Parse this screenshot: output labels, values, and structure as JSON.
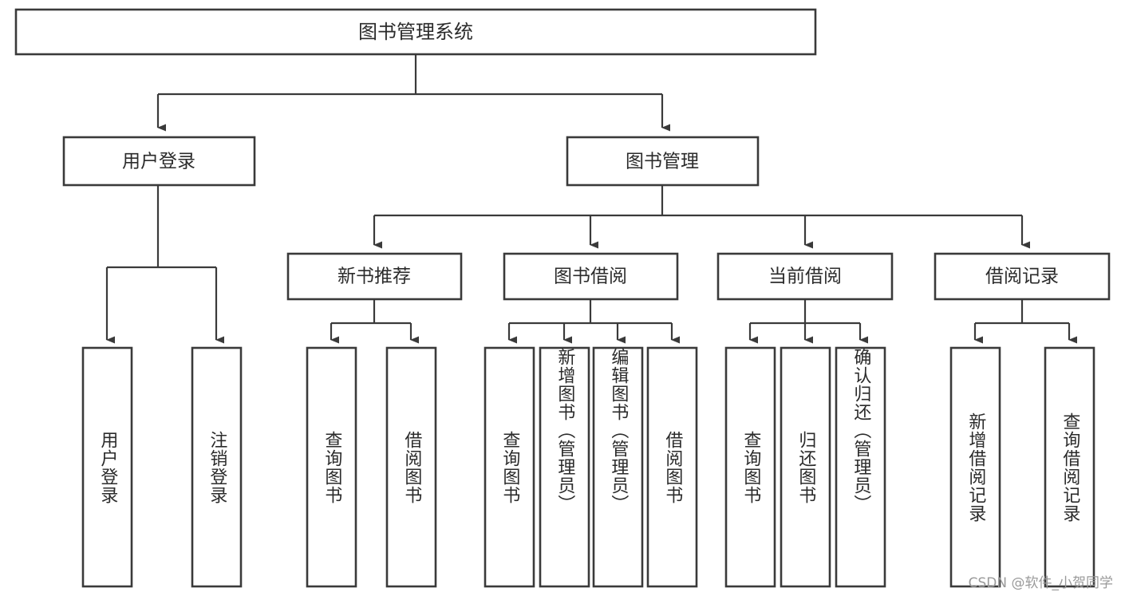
{
  "diagram": {
    "type": "tree-hierarchy-chart",
    "title": "图书管理系统",
    "watermark": "CSDN @软件_小贺同学",
    "colors": {
      "box_stroke": "#3a3a3a",
      "box_fill": "#ffffff",
      "text": "#2b2b2b",
      "background": "#ffffff",
      "watermark": "#9a9a9a"
    },
    "levels": [
      {
        "level": 1,
        "nodes": [
          {
            "id": "root",
            "label": "图书管理系统",
            "orientation": "horizontal"
          }
        ]
      },
      {
        "level": 2,
        "nodes": [
          {
            "id": "user-login",
            "label": "用户登录",
            "orientation": "horizontal",
            "parent": "root"
          },
          {
            "id": "book-manage",
            "label": "图书管理",
            "orientation": "horizontal",
            "parent": "root"
          }
        ]
      },
      {
        "level": 3,
        "nodes": [
          {
            "id": "new-book-rec",
            "label": "新书推荐",
            "orientation": "horizontal",
            "parent": "book-manage"
          },
          {
            "id": "book-borrow",
            "label": "图书借阅",
            "orientation": "horizontal",
            "parent": "book-manage"
          },
          {
            "id": "current-borrow",
            "label": "当前借阅",
            "orientation": "horizontal",
            "parent": "book-manage"
          },
          {
            "id": "borrow-record",
            "label": "借阅记录",
            "orientation": "horizontal",
            "parent": "book-manage"
          }
        ]
      },
      {
        "level": 4,
        "nodes": [
          {
            "id": "leaf-user-login",
            "label": "用户登录",
            "orientation": "vertical",
            "parent": "user-login"
          },
          {
            "id": "leaf-user-logout",
            "label": "注销登录",
            "orientation": "vertical",
            "parent": "user-login"
          },
          {
            "id": "leaf-query-book-1",
            "label": "查询图书",
            "orientation": "vertical",
            "parent": "new-book-rec"
          },
          {
            "id": "leaf-borrow-book-1",
            "label": "借阅图书",
            "orientation": "vertical",
            "parent": "new-book-rec"
          },
          {
            "id": "leaf-query-book-2",
            "label": "查询图书",
            "orientation": "vertical",
            "parent": "book-borrow"
          },
          {
            "id": "leaf-add-book",
            "label": "新增图书（管理员）",
            "orientation": "vertical",
            "parent": "book-borrow"
          },
          {
            "id": "leaf-edit-book",
            "label": "编辑图书（管理员）",
            "orientation": "vertical",
            "parent": "book-borrow"
          },
          {
            "id": "leaf-borrow-book-2",
            "label": "借阅图书",
            "orientation": "vertical",
            "parent": "book-borrow"
          },
          {
            "id": "leaf-query-book-3",
            "label": "查询图书",
            "orientation": "vertical",
            "parent": "current-borrow"
          },
          {
            "id": "leaf-return-book",
            "label": "归还图书",
            "orientation": "vertical",
            "parent": "current-borrow"
          },
          {
            "id": "leaf-confirm-return",
            "label": "确认归还（管理员）",
            "orientation": "vertical",
            "parent": "current-borrow"
          },
          {
            "id": "leaf-add-record",
            "label": "新增借阅记录",
            "orientation": "vertical",
            "parent": "borrow-record"
          },
          {
            "id": "leaf-query-record",
            "label": "查询借阅记录",
            "orientation": "vertical",
            "parent": "borrow-record"
          }
        ]
      }
    ]
  }
}
